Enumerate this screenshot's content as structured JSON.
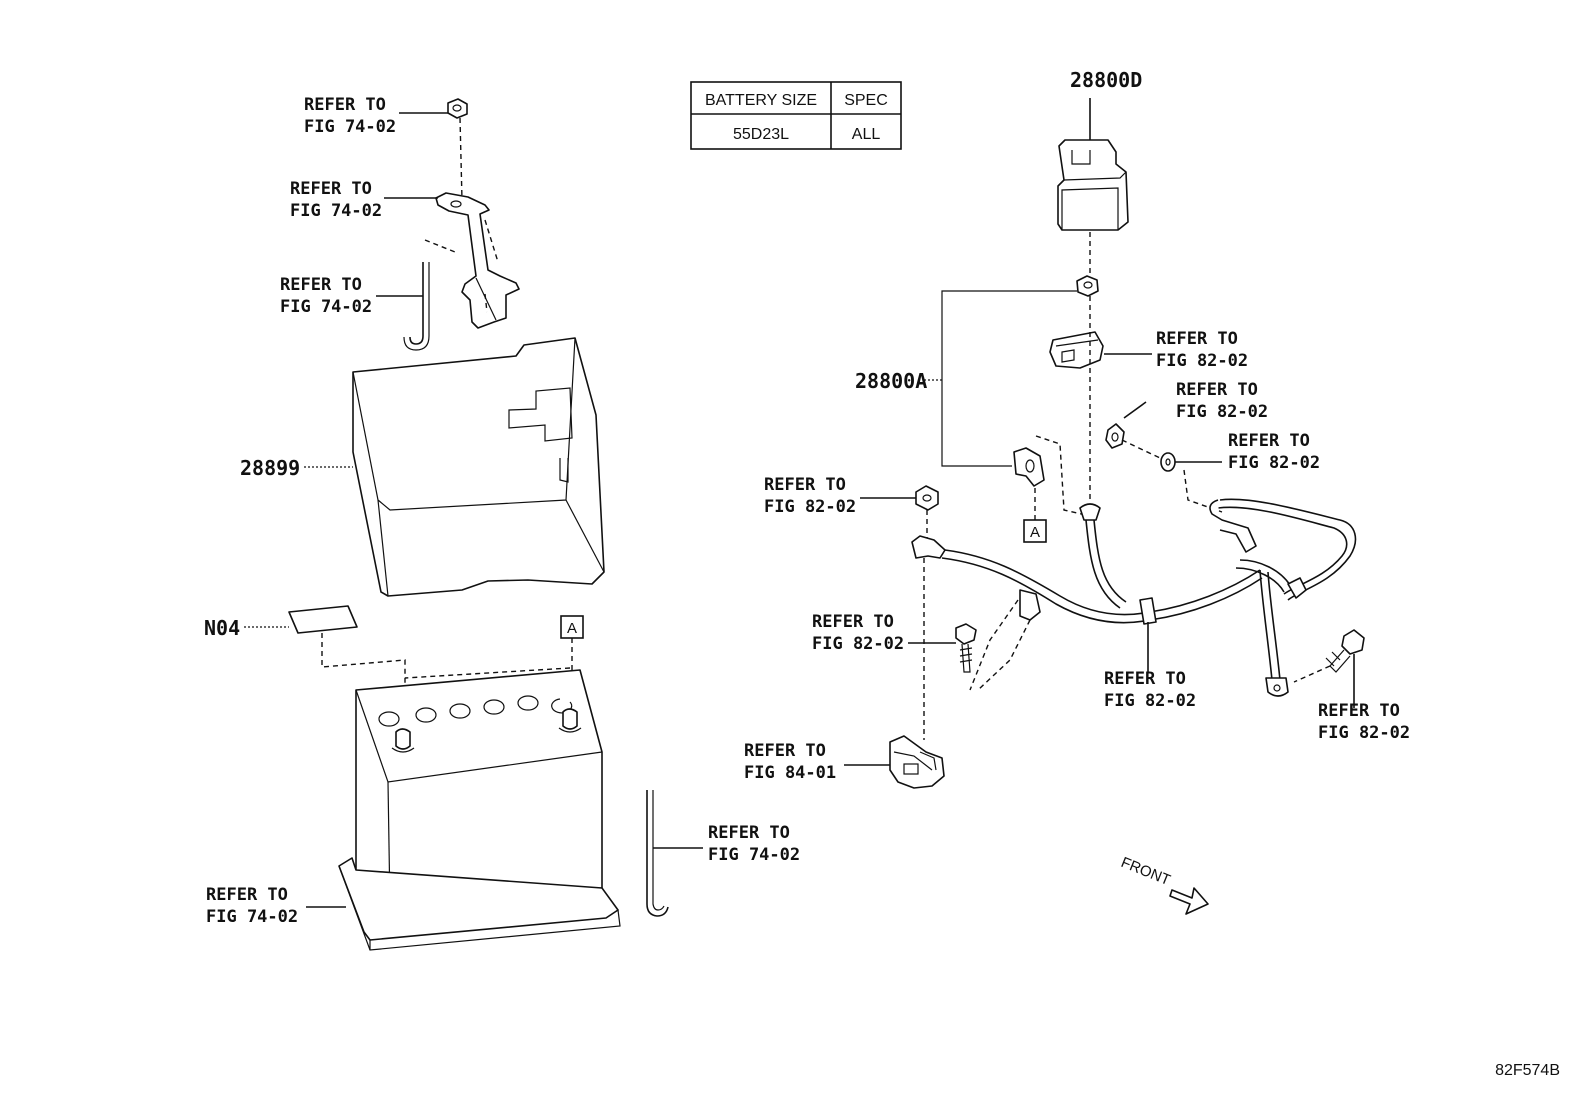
{
  "spec_table": {
    "headers": [
      "BATTERY SIZE",
      "SPEC"
    ],
    "row": [
      "55D23L",
      "ALL"
    ]
  },
  "part_numbers": {
    "cover": "28800D",
    "cable": "28800A",
    "tray": "28899",
    "label": "N04"
  },
  "callouts": [
    {
      "line1": "REFER TO",
      "line2": "FIG 74-02"
    },
    {
      "line1": "REFER TO",
      "line2": "FIG 74-02"
    },
    {
      "line1": "REFER TO",
      "line2": "FIG 74-02"
    },
    {
      "line1": "REFER TO",
      "line2": "FIG 74-02"
    },
    {
      "line1": "REFER TO",
      "line2": "FIG 74-02"
    },
    {
      "line1": "REFER TO",
      "line2": "FIG 82-02"
    },
    {
      "line1": "REFER TO",
      "line2": "FIG 82-02"
    },
    {
      "line1": "REFER TO",
      "line2": "FIG 82-02"
    },
    {
      "line1": "REFER TO",
      "line2": "FIG 82-02"
    },
    {
      "line1": "REFER TO",
      "line2": "FIG 82-02"
    },
    {
      "line1": "REFER TO",
      "line2": "FIG 82-02"
    },
    {
      "line1": "REFER TO",
      "line2": "FIG 82-02"
    },
    {
      "line1": "REFER TO",
      "line2": "FIG 84-01"
    }
  ],
  "ref_marks": {
    "a1": "A",
    "a2": "A"
  },
  "front_label": "FRONT",
  "diagram_code": "82F574B"
}
